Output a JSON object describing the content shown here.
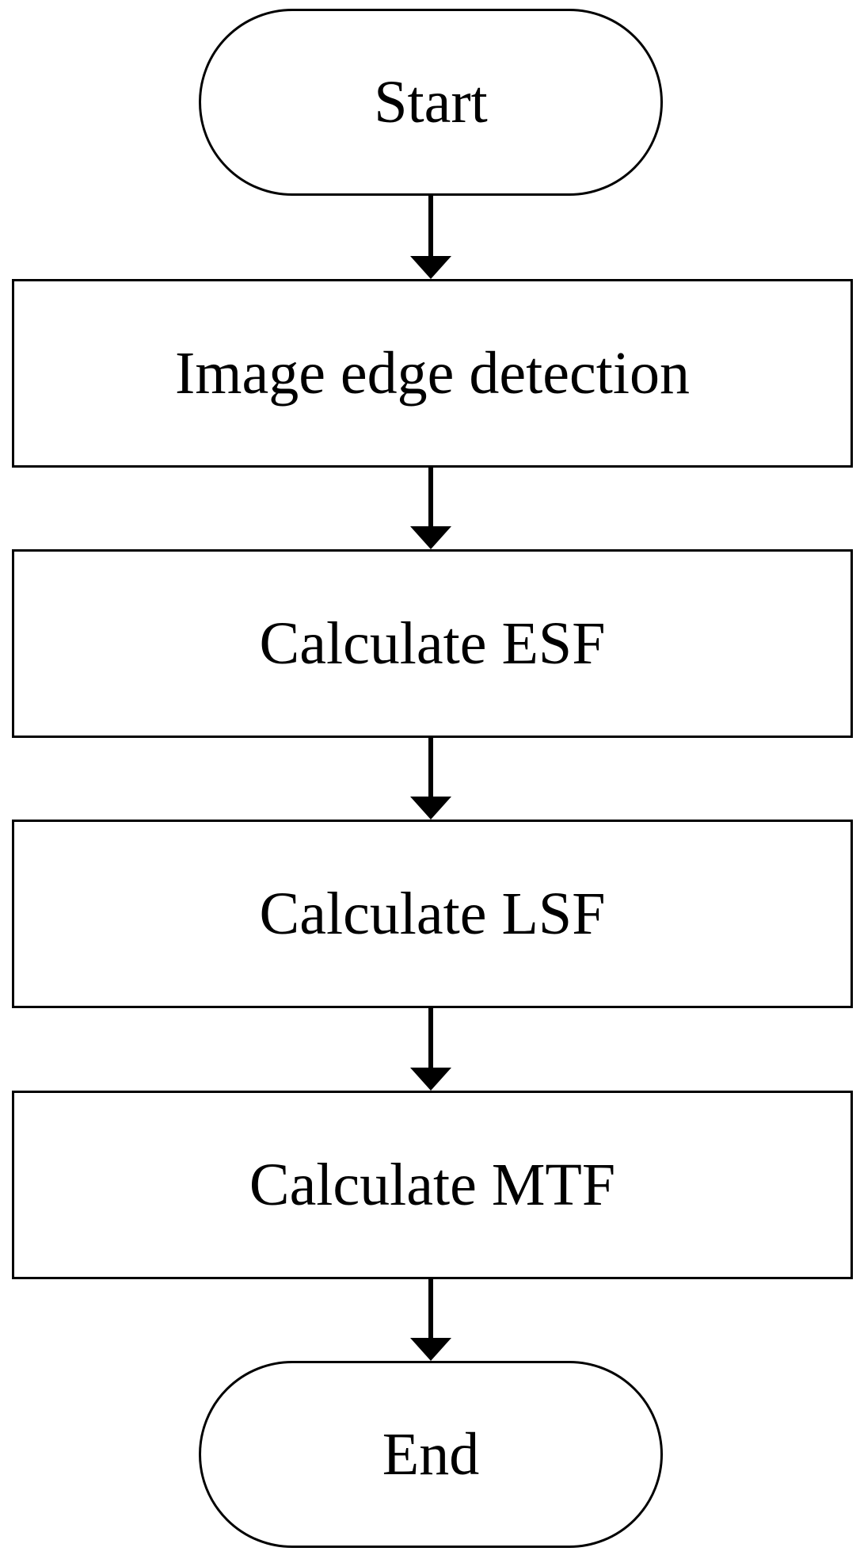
{
  "flowchart": {
    "nodes": [
      {
        "id": "start",
        "shape": "terminal",
        "label": "Start"
      },
      {
        "id": "edge",
        "shape": "process",
        "label": "Image edge detection"
      },
      {
        "id": "esf",
        "shape": "process",
        "label": "Calculate ESF"
      },
      {
        "id": "lsf",
        "shape": "process",
        "label": "Calculate LSF"
      },
      {
        "id": "mtf",
        "shape": "process",
        "label": "Calculate MTF"
      },
      {
        "id": "end",
        "shape": "terminal",
        "label": "End"
      }
    ],
    "edges": [
      {
        "from": "start",
        "to": "edge"
      },
      {
        "from": "edge",
        "to": "esf"
      },
      {
        "from": "esf",
        "to": "lsf"
      },
      {
        "from": "lsf",
        "to": "mtf"
      },
      {
        "from": "mtf",
        "to": "end"
      }
    ],
    "colors": {
      "stroke": "#000000",
      "fill": "#ffffff",
      "text": "#000000"
    }
  }
}
